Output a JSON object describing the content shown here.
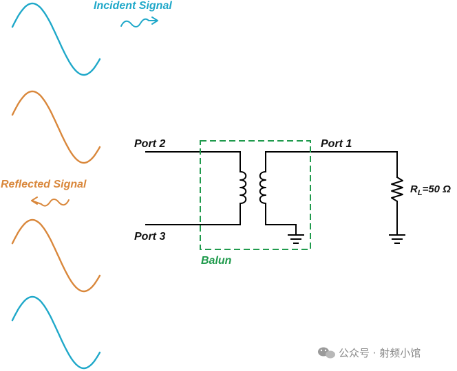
{
  "labels": {
    "incident": "Incident Signal",
    "reflected": "Reflected Signal",
    "port1": "Port 1",
    "port2": "Port 2",
    "port3": "Port 3",
    "balun": "Balun",
    "rl_main": "R",
    "rl_sub": "L",
    "rl_value": "=50 Ω"
  },
  "watermark": {
    "text": "公众号 · 射频小馆"
  },
  "colors": {
    "incident": "#1fa8c9",
    "reflected": "#d9873b",
    "balun": "#1f9a4c",
    "wire": "#000000",
    "watermark": "#8a8a8a"
  },
  "icons": {
    "watermark_icon": "wechat-icon"
  }
}
